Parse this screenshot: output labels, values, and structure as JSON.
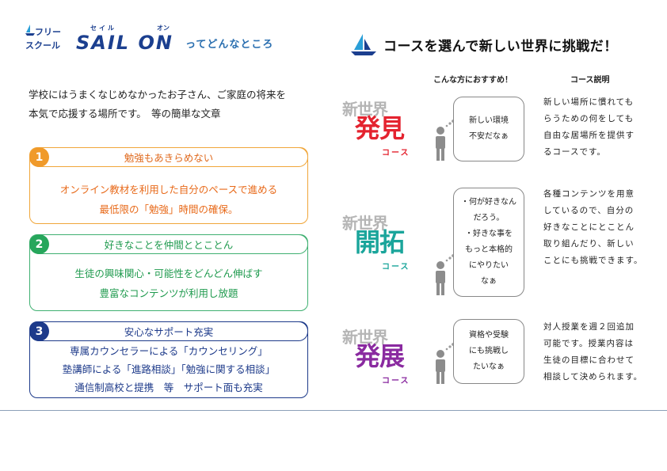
{
  "logo": {
    "sub1": "フリー",
    "sub2": "スクール",
    "main": "SAIL ON",
    "kana1": "セイル",
    "kana2": "オン",
    "tagline": "ってどんなところ"
  },
  "intro": {
    "line1": "学校にはうまくなじめなかったお子さん、ご家庭の将来を",
    "line2": "本気で応援する場所です。　等の簡単な文章"
  },
  "features": [
    {
      "num": "1",
      "title": "勉強もあきらめない",
      "lines": [
        "オンライン教材を利用した自分のペースで進める",
        "最低限の「勉強」時間の確保。"
      ]
    },
    {
      "num": "2",
      "title": "好きなことを仲間ととことん",
      "lines": [
        "生徒の興味関心・可能性をどんどん伸ばす",
        "豊富なコンテンツが利用し放題"
      ]
    },
    {
      "num": "3",
      "title": "安心なサポート充実",
      "lines": [
        "専属カウンセラーによる「カウンセリング」",
        "塾講師による「進路相談」「勉強に関する相談」",
        "通信制高校と提携　等　サポート面も充実"
      ]
    }
  ],
  "right": {
    "title": "コースを選んで新しい世界に挑戦だ！",
    "col_recommend": "こんな方におすすめ！",
    "col_desc": "コース説明",
    "courses": [
      {
        "top": "新世界",
        "big": "発見",
        "sub": "コース",
        "color": "#e4232f",
        "bubble": [
          "新しい環境",
          "不安だなぁ"
        ],
        "desc": [
          "新しい場所に慣れても",
          "らうための何をしても",
          "自由な居場所を提供す",
          "るコースです。"
        ]
      },
      {
        "top": "新世界",
        "big": "開拓",
        "sub": "コース",
        "color": "#1aa59b",
        "bubble": [
          "・何が好きなん",
          "だろう。",
          "・好きな事を",
          "もっと本格的",
          "にやりたい",
          "なぁ"
        ],
        "desc": [
          "各種コンテンツを用意",
          "しているので、自分の",
          "好きなことにとことん",
          "取り組んだり、新しい",
          "ことにも挑戦できます。"
        ]
      },
      {
        "top": "新世界",
        "big": "発展",
        "sub": "コース",
        "color": "#8a2aa0",
        "bubble": [
          "資格や受験",
          "にも挑戦し",
          "たいなぁ"
        ],
        "desc": [
          "対人授業を週２回追加",
          "可能です。授業内容は",
          "生徒の目標に合わせて",
          "相談して決められます。"
        ]
      }
    ]
  },
  "icons": {
    "logo_sail": "sailboat-icon",
    "title_sail": "sailboat-icon",
    "person": "person-icon"
  }
}
